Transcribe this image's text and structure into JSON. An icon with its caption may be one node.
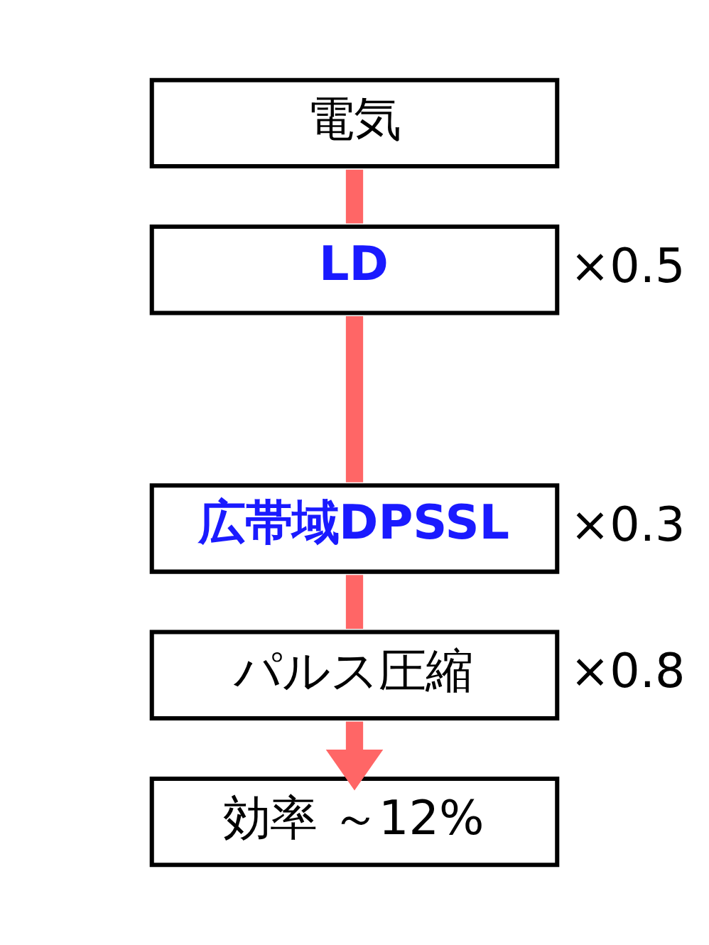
{
  "diagram": {
    "nodes": [
      {
        "text": [
          "電気"
        ]
      },
      {
        "text": [
          "LD"
        ],
        "beside": [
          "×0.5"
        ]
      },
      {
        "text": [
          "広帯域DPSSL"
        ],
        "beside": [
          "×0.3"
        ]
      },
      {
        "text": [
          "パルス圧縮"
        ],
        "beside": [
          "×0.8"
        ]
      },
      {
        "text": [
          "効率 ～12%"
        ]
      }
    ],
    "edges": [
      {
        "from": 0,
        "to": 1,
        "arrow": "none",
        "color": "#ff6666"
      },
      {
        "from": 1,
        "to": 2,
        "arrow": "none",
        "color": "#ff6666"
      },
      {
        "from": 2,
        "to": 3,
        "arrow": "none",
        "color": "#ff6666"
      },
      {
        "from": 3,
        "to": 4,
        "arrow": "to",
        "color": "#ff6666"
      }
    ]
  }
}
